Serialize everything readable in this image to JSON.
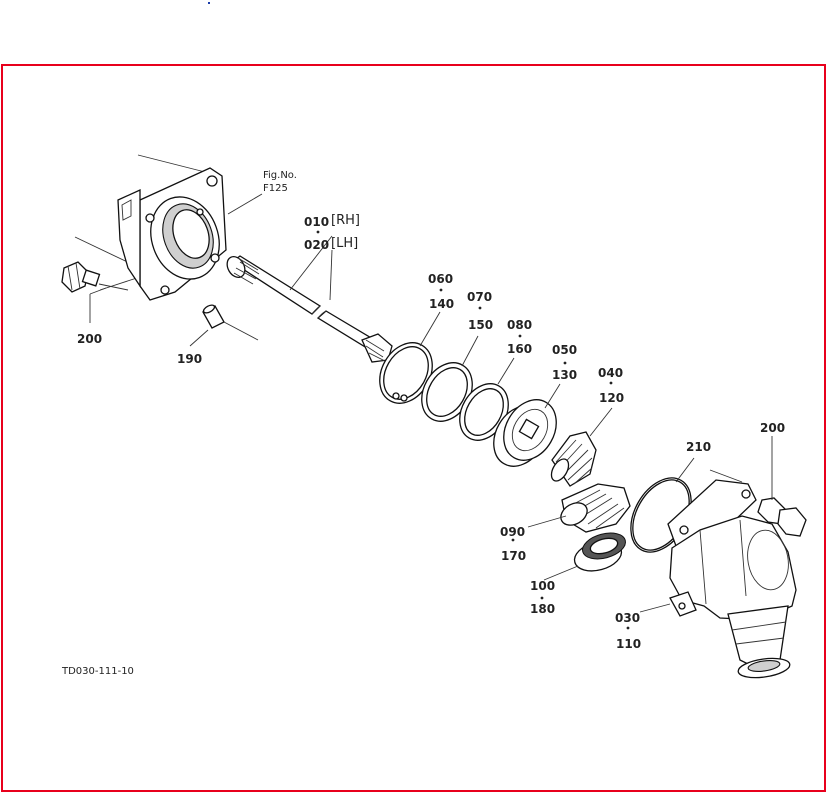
{
  "figure": {
    "fig_ref_title": "Fig.No.",
    "fig_ref_number": "F125",
    "drawing_code": "TD030-111-10"
  },
  "labels": {
    "l010": "010",
    "rh": "[RH]",
    "l020": "020",
    "lh": "[LH]",
    "l060": "060",
    "l140": "140",
    "l070": "070",
    "l150": "150",
    "l080": "080",
    "l160": "160",
    "l050": "050",
    "l130": "130",
    "l040": "040",
    "l120": "120",
    "l210": "210",
    "l200_left": "200",
    "l200_right": "200",
    "l190": "190",
    "l090": "090",
    "l170": "170",
    "l100": "100",
    "l180": "180",
    "l030": "030",
    "l110": "110"
  },
  "colors": {
    "frame_border": "#e8001c",
    "line": "#222222",
    "background": "#ffffff"
  }
}
